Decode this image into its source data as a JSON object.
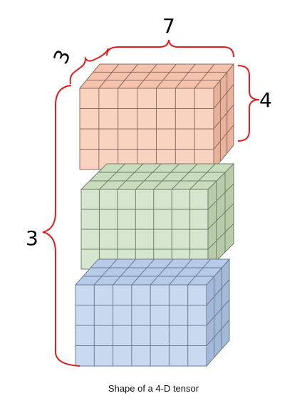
{
  "diagram": {
    "labels": {
      "columns": "7",
      "depth": "3",
      "rows": "4",
      "blocks": "3"
    },
    "caption": "Shape of a 4-D tensor",
    "grid": {
      "rows": 4,
      "columns": 7,
      "depth": 3
    },
    "blocks": [
      {
        "name": "top-block",
        "face": "#fad3c0",
        "top": "#f5c3ad",
        "side": "#e9b29c",
        "line": "#8e6d60"
      },
      {
        "name": "middle-block",
        "face": "#d6e5cd",
        "top": "#c9dcbd",
        "side": "#b9cca9",
        "line": "#6f7f68"
      },
      {
        "name": "bottom-block",
        "face": "#c9d9f0",
        "top": "#b7cbe8",
        "side": "#a3b9d8",
        "line": "#6a7d96"
      }
    ],
    "brace_color": "#e02020"
  }
}
